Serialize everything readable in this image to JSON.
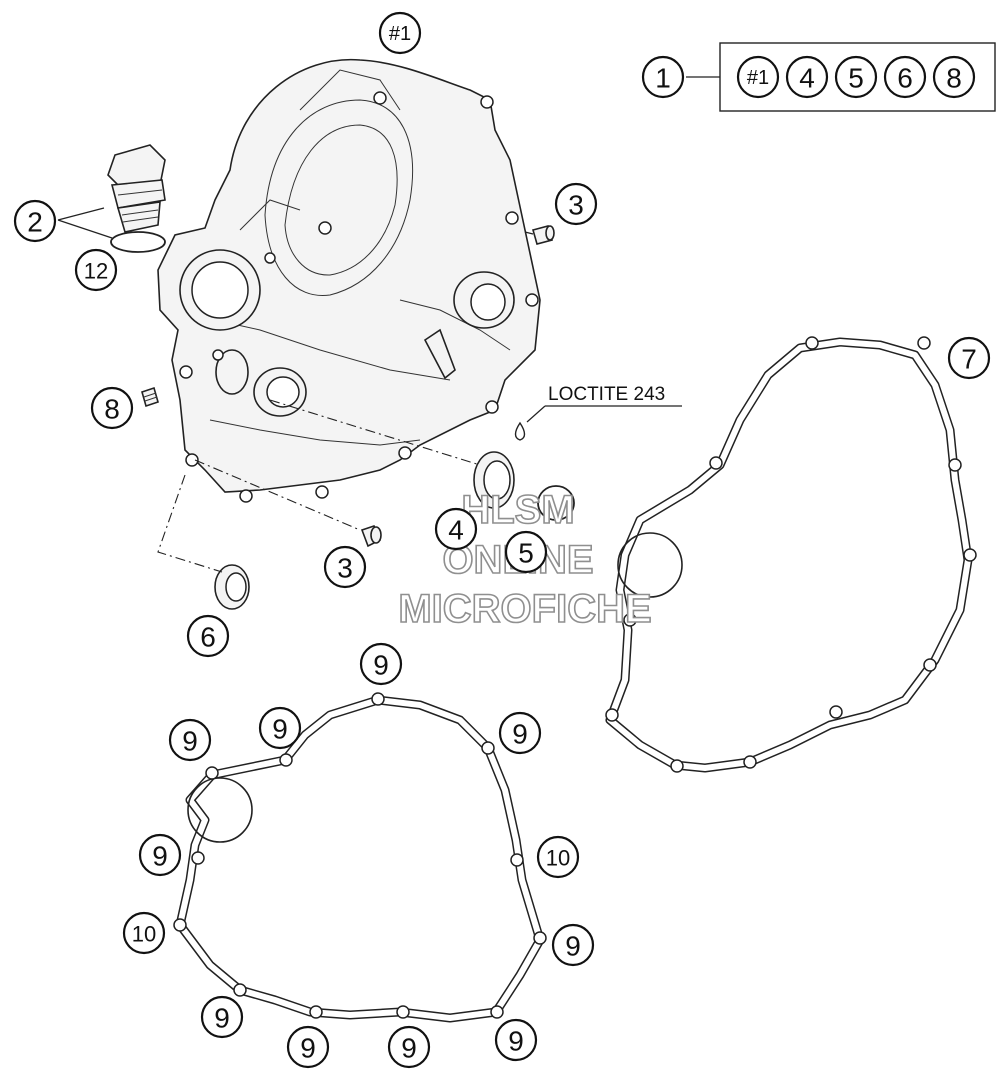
{
  "kit": {
    "number": "1",
    "contents": [
      "#1",
      "4",
      "5",
      "6",
      "8"
    ]
  },
  "callouts": {
    "main_cover": "#1",
    "filler_plug": "2",
    "ring": "12",
    "dowel_upper": "3",
    "dowel_lower": "3",
    "plug_screw": "8",
    "seal_a": "4",
    "seal_b": "5",
    "seal_c": "6",
    "gasket_outer": "7",
    "screw_a": "9",
    "screw_b": "9",
    "screw_c": "9",
    "screw_d": "9",
    "screw_e": "9",
    "screw_f": "9",
    "screw_g": "9",
    "screw_h": "9",
    "screw_i": "9",
    "screw_j": "9",
    "screw_long_a": "10",
    "screw_long_b": "10"
  },
  "note": {
    "text": "LOCTITE 243"
  },
  "watermark": {
    "line1": "HLSM",
    "line2": "ONLINE",
    "line3": "MICROFICHE"
  }
}
